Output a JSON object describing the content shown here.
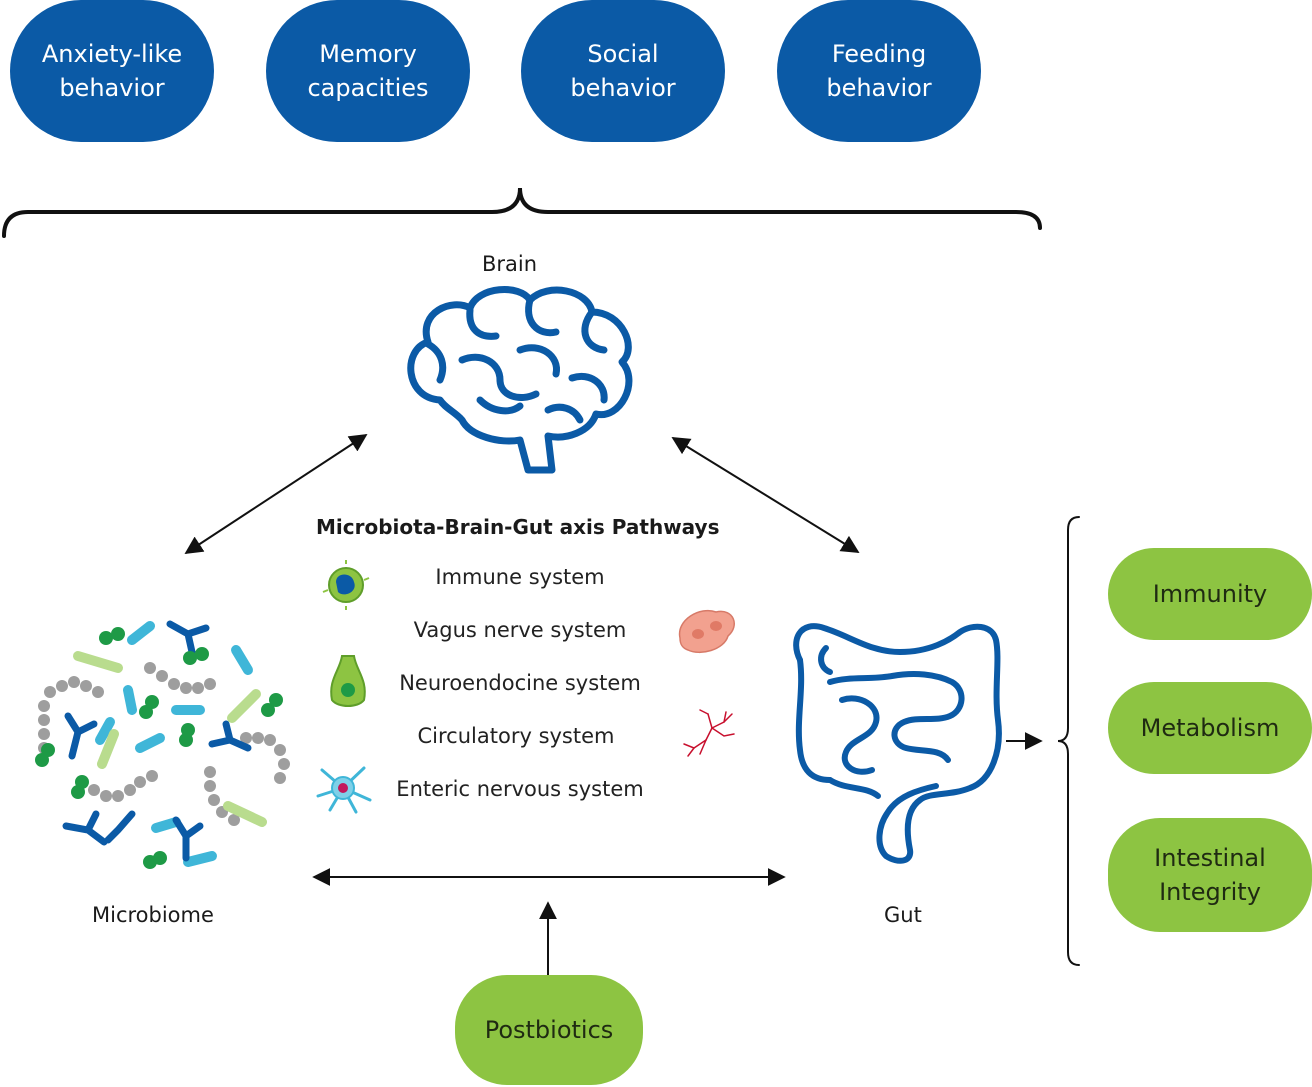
{
  "behaviors": [
    {
      "label": "Anxiety-like\nbehavior"
    },
    {
      "label": "Memory\ncapacities"
    },
    {
      "label": "Social\nbehavior"
    },
    {
      "label": "Feeding\nbehavior"
    }
  ],
  "nodes": {
    "brain": "Brain",
    "microbiome": "Microbiome",
    "gut": "Gut"
  },
  "pathways": {
    "title": "Microbiota-Brain-Gut axis Pathways",
    "items": [
      {
        "label": "Immune system",
        "icon": "immune-cell-icon"
      },
      {
        "label": "Vagus nerve system",
        "icon": "vagus-nerve-icon"
      },
      {
        "label": "Neuroendocine system",
        "icon": "neuroendocrine-cell-icon"
      },
      {
        "label": "Circulatory system",
        "icon": "blood-vessel-icon"
      },
      {
        "label": "Enteric nervous system",
        "icon": "neuron-icon"
      }
    ]
  },
  "gut_effects": [
    {
      "label": "Immunity"
    },
    {
      "label": "Metabolism"
    },
    {
      "label": "Intestinal\nIntegrity"
    }
  ],
  "intervention": {
    "label": "Postbiotics"
  },
  "colors": {
    "blue": "#0b5aa6",
    "green": "#8dc442",
    "light_blue": "#3fb6d8",
    "bacteria_green": "#1e9a46",
    "grey": "#9e9e9e"
  }
}
